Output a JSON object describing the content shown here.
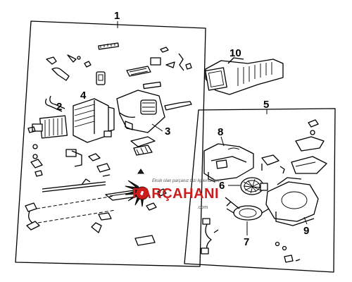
{
  "callouts": {
    "c1": "1",
    "c2": "2",
    "c3": "3",
    "c4": "4",
    "c5": "5",
    "c6": "6",
    "c7": "7",
    "c8": "8",
    "c9": "9",
    "c10": "10"
  },
  "watermark": {
    "brand": "PARÇAHANI",
    "tagline": "Eksik olan parçanız bizi ilgilendiriyor!",
    "suffix": ".com",
    "colors": {
      "red": "#cc1d1d",
      "black": "#111111"
    }
  }
}
